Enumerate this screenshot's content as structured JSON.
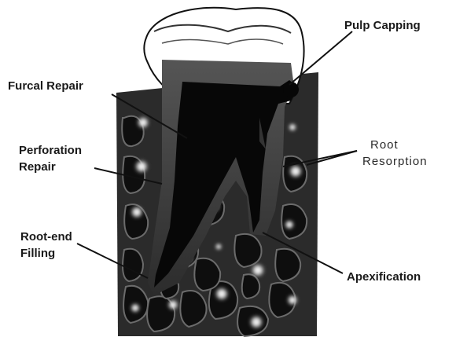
{
  "labels": {
    "pulp_capping": "Pulp Capping",
    "furcal_repair": "Furcal Repair",
    "perforation_repair": [
      "Perforation",
      "Repair"
    ],
    "root_resorption": [
      "Root",
      "Resorption"
    ],
    "root_end_filling": [
      "Root-end",
      "Filling"
    ],
    "apexification": "Apexification"
  }
}
